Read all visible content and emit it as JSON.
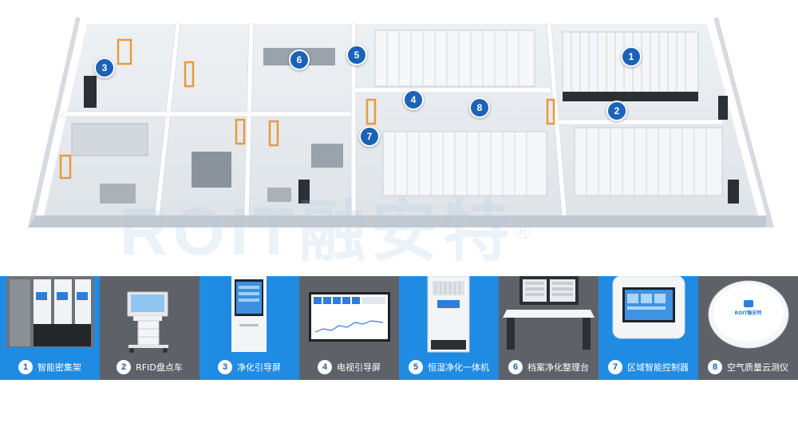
{
  "watermark": "ROIT融安特",
  "watermark_mark": "®",
  "theme": {
    "marker_blue": "#1b63b8",
    "panel_blue": "#1f8be3",
    "panel_gray": "#5e6268"
  },
  "floor_markers": [
    "1",
    "2",
    "3",
    "4",
    "5",
    "6",
    "7",
    "8"
  ],
  "devices": [
    {
      "num": "1",
      "label": "智能密集架",
      "icon": "shelving-icon"
    },
    {
      "num": "2",
      "label": "RFID盘点车",
      "icon": "rfid-cart-icon"
    },
    {
      "num": "3",
      "label": "净化引导屏",
      "icon": "guide-kiosk-icon"
    },
    {
      "num": "4",
      "label": "电视引导屏",
      "icon": "tv-screen-icon"
    },
    {
      "num": "5",
      "label": "恒湿净化一体机",
      "icon": "purifier-icon"
    },
    {
      "num": "6",
      "label": "档案净化整理台",
      "icon": "workstation-icon"
    },
    {
      "num": "7",
      "label": "区域智能控制器",
      "icon": "controller-icon"
    },
    {
      "num": "8",
      "label": "空气质量云测仪",
      "icon": "air-sensor-icon"
    }
  ],
  "sensor_brand": "ROIT融安特"
}
